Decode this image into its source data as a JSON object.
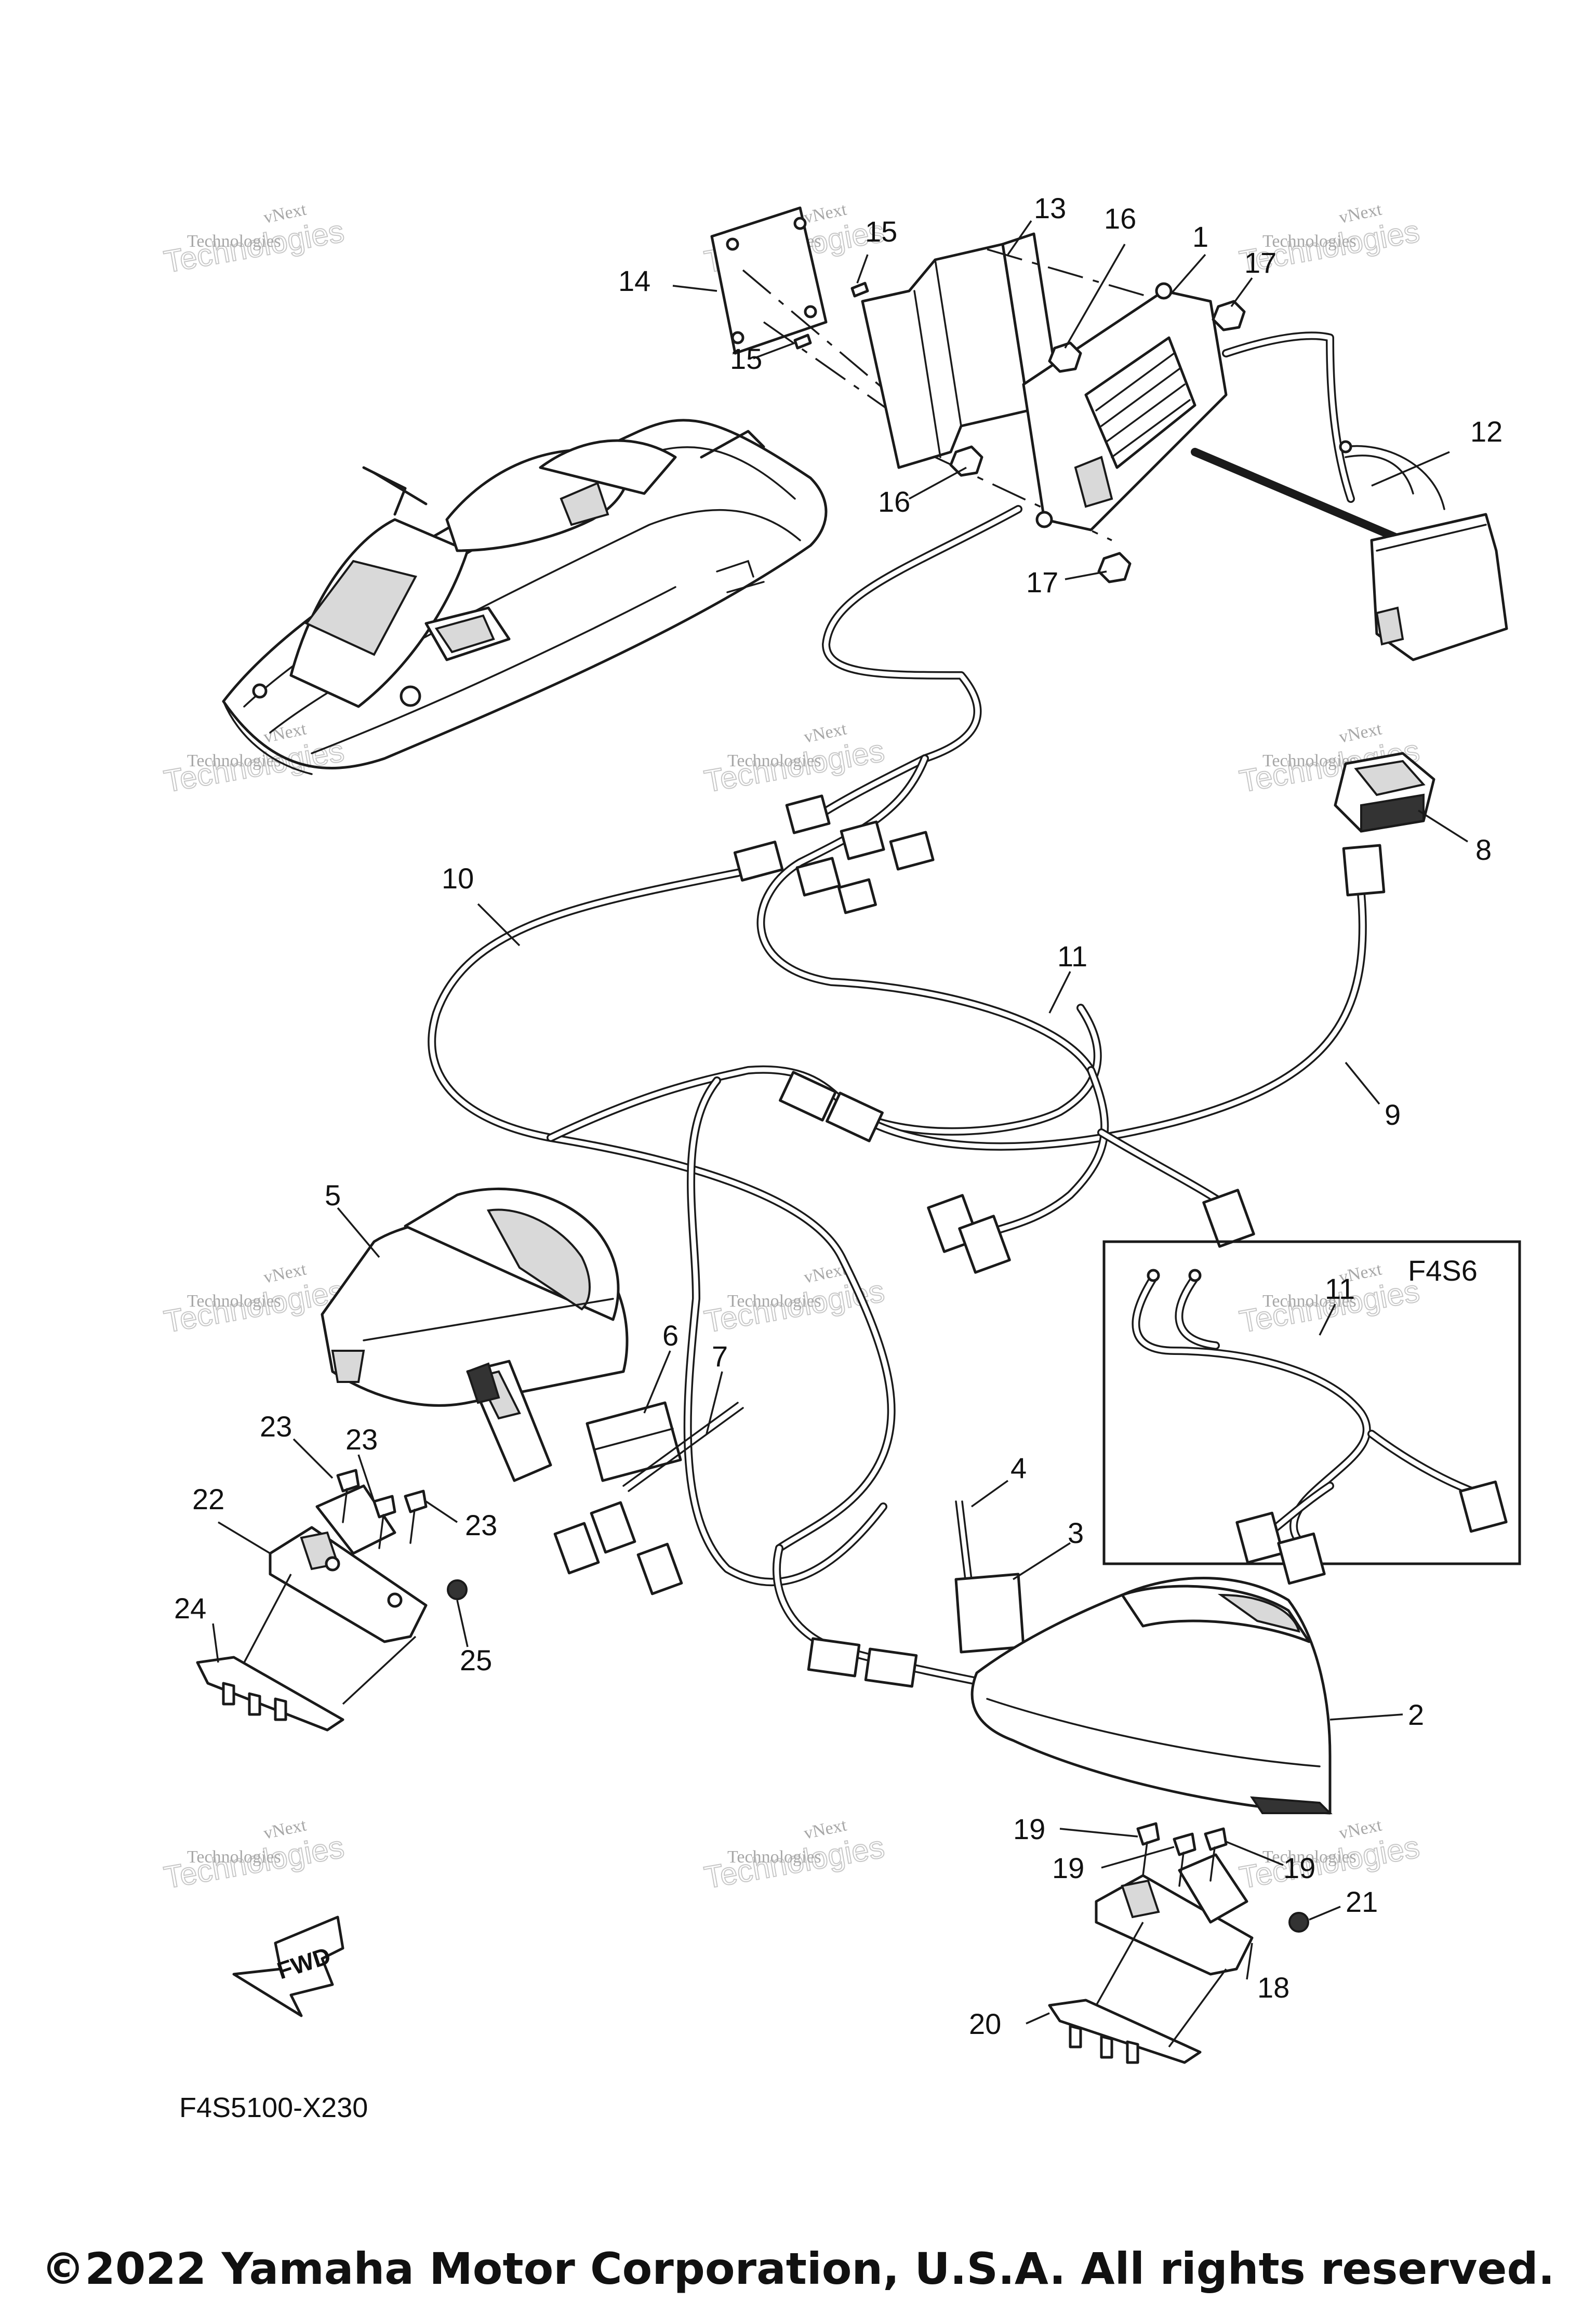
{
  "diagram": {
    "part_labels": {
      "p1": "1",
      "p2": "2",
      "p3": "3",
      "p4": "4",
      "p5": "5",
      "p6": "6",
      "p7": "7",
      "p8": "8",
      "p9": "9",
      "p10": "10",
      "p11": "11",
      "p11b": "11",
      "p12": "12",
      "p13": "13",
      "p14": "14",
      "p15a": "15",
      "p15b": "15",
      "p16a": "16",
      "p16b": "16",
      "p17a": "17",
      "p17b": "17",
      "p18": "18",
      "p19a": "19",
      "p19b": "19",
      "p19c": "19",
      "p20": "20",
      "p21": "21",
      "p22": "22",
      "p23a": "23",
      "p23b": "23",
      "p23c": "23",
      "p24": "24",
      "p25": "25"
    },
    "inset_label": "F4S6",
    "fwd_label": "FWD",
    "figure_code": "F4S5100-X230"
  },
  "watermark": {
    "line1": "vNext",
    "line2": "Technologies",
    "line3": "Technologies"
  },
  "copyright": "©2022 Yamaha Motor Corporation, U.S.A. All rights reserved."
}
